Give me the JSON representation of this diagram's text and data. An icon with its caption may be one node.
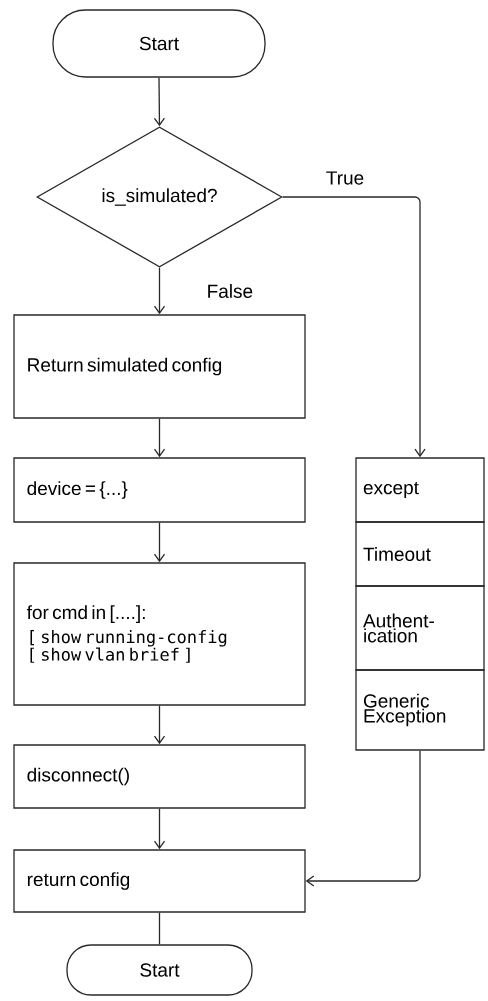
{
  "diagram": {
    "nodes": [
      {
        "text": [
          "Start"
        ]
      },
      {
        "text": [
          "is_simulated?"
        ]
      },
      {
        "text": [
          "Return simulated config"
        ]
      },
      {
        "text": [
          "device = {...}"
        ]
      },
      {
        "text": [
          "for cmd in [....]:",
          "[ show running-config",
          "[ show vlan brief ]"
        ]
      },
      {
        "text": [
          "except"
        ]
      },
      {
        "text": [
          "Timeout"
        ]
      },
      {
        "text": [
          "Authent-ication"
        ]
      },
      {
        "text": [
          "Generic Exception"
        ]
      },
      {
        "text": [
          "disconnect()"
        ]
      },
      {
        "text": [
          "return config"
        ]
      },
      {
        "text": [
          "Start"
        ]
      }
    ],
    "edges": [
      {
        "from": 0,
        "to": 1,
        "arrow": "to"
      },
      {
        "from": 1,
        "to": 2,
        "arrow": "to",
        "label": "False"
      },
      {
        "from": 1,
        "to": 5,
        "arrow": "to",
        "label": "True"
      },
      {
        "from": 2,
        "to": 3,
        "arrow": "to"
      },
      {
        "from": 3,
        "to": 4,
        "arrow": "to"
      },
      {
        "from": 4,
        "to": 9,
        "arrow": "to"
      },
      {
        "from": 9,
        "to": 10,
        "arrow": "to"
      },
      {
        "from": 8,
        "to": 10,
        "arrow": "to"
      },
      {
        "from": 10,
        "to": 11,
        "arrow": "none"
      }
    ]
  }
}
